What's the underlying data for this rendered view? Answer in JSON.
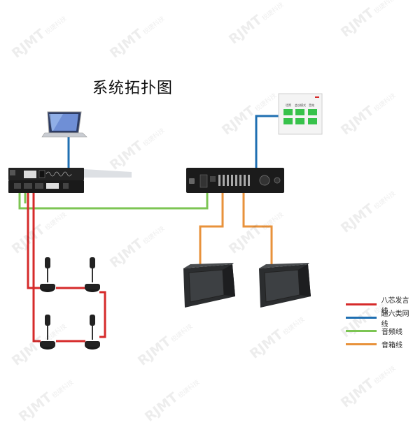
{
  "title": "系统拓扑图",
  "watermark": {
    "brand": "RJMT",
    "sub": "锐捷科技"
  },
  "legend": [
    {
      "label": "八芯发言线",
      "color": "#d62a2a"
    },
    {
      "label": "超六类网线",
      "color": "#1f6fb2"
    },
    {
      "label": "音频线",
      "color": "#7cc553"
    },
    {
      "label": "音箱线",
      "color": "#e8923b"
    }
  ],
  "panel": {
    "buttons": [
      "话筒",
      "会议模式",
      "音效"
    ]
  },
  "colors": {
    "red": "#d62a2a",
    "blue": "#1f6fb2",
    "green": "#7cc553",
    "orange": "#e8923b",
    "device": "#1a1a1a",
    "panel_btn": "#37c24b"
  },
  "icons": [
    "laptop-icon",
    "conference-host-device",
    "amplifier-device",
    "control-panel-device",
    "microphone-icon",
    "speaker-icon"
  ]
}
